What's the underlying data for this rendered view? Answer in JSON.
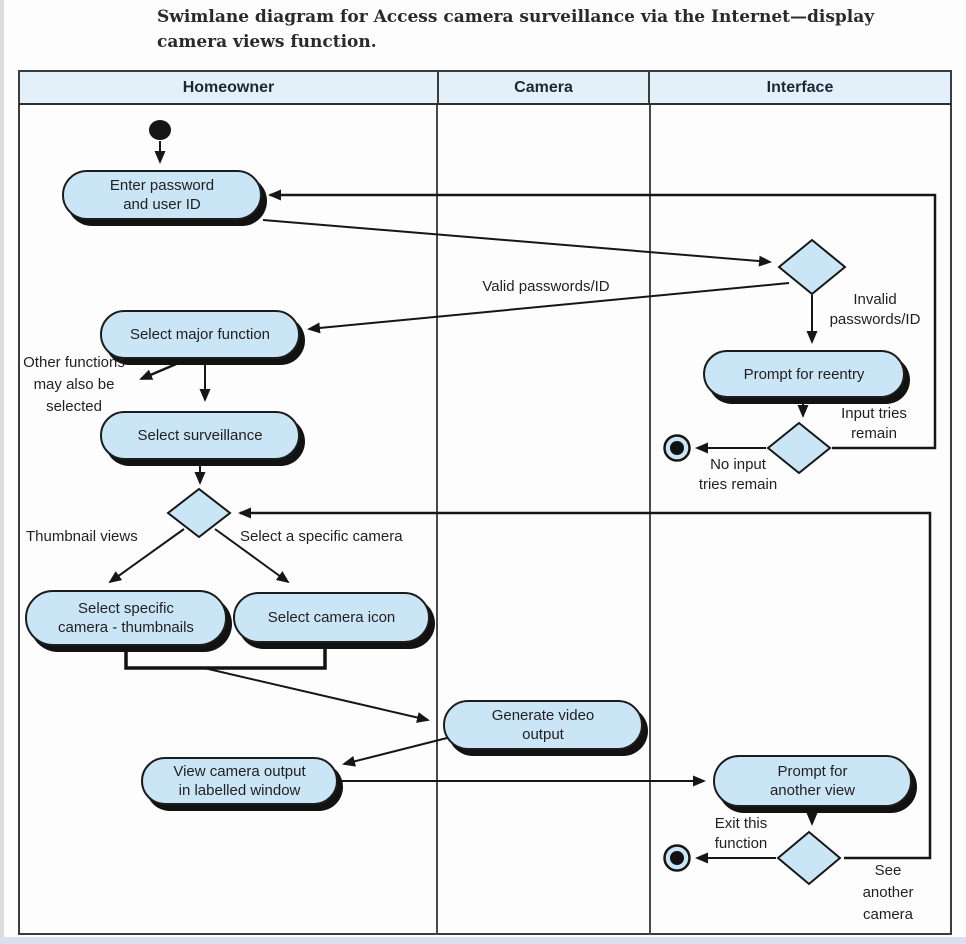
{
  "caption": "Swimlane diagram for Access camera surveillance via the Internet—display camera views function.",
  "lanes": [
    {
      "label": "Homeowner"
    },
    {
      "label": "Camera"
    },
    {
      "label": "Interface"
    }
  ],
  "nodes": {
    "enter_password": "Enter password\nand user ID",
    "select_major_function": "Select major function",
    "select_surveillance": "Select surveillance",
    "select_specific_camera": "Select specific\ncamera - thumbnails",
    "select_camera_icon": "Select camera icon",
    "generate_video_output": "Generate video\noutput",
    "view_camera_output": "View camera output\nin labelled window",
    "prompt_for_reentry": "Prompt for reentry",
    "prompt_for_another_view": "Prompt for\nanother view"
  },
  "edge_labels": {
    "valid_passwords": "Valid passwords/ID",
    "invalid_passwords": "Invalid\npasswords/ID",
    "input_tries_remain": "Input tries\nremain",
    "no_input_tries_remain": "No input\ntries remain",
    "other_functions": "Other functions\nmay also be\nselected",
    "thumbnail_views": "Thumbnail views",
    "select_a_specific_camera": "Select a specific camera",
    "exit_this_function": "Exit this\nfunction",
    "see_another_camera": "See\nanother\ncamera"
  },
  "colors": {
    "node_fill": "#c9e5f6",
    "header_fill": "#e3f0fa",
    "line": "#161616",
    "shadow": "#121212",
    "border": "#3c3c3c"
  }
}
